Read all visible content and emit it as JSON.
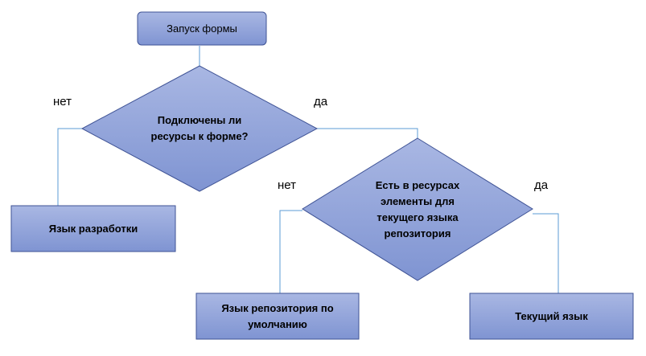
{
  "colors": {
    "node_fill_top": "#a9b7e3",
    "node_fill_bottom": "#7f94d2",
    "node_stroke": "#3f5395",
    "connector": "#5b9bd5"
  },
  "nodes": {
    "start": "Запуск формы",
    "decision_resources": "Подключены ли ресурсы к форме?",
    "decision_elements": "Есть в ресурсах элементы для текущего языка репозитория",
    "dev_language": "Язык разработки",
    "repo_default_language": "Язык репозитория по умолчанию",
    "current_language": "Текущий язык"
  },
  "edges": {
    "resources_no": "нет",
    "resources_yes": "да",
    "elements_no": "нет",
    "elements_yes": "да"
  }
}
